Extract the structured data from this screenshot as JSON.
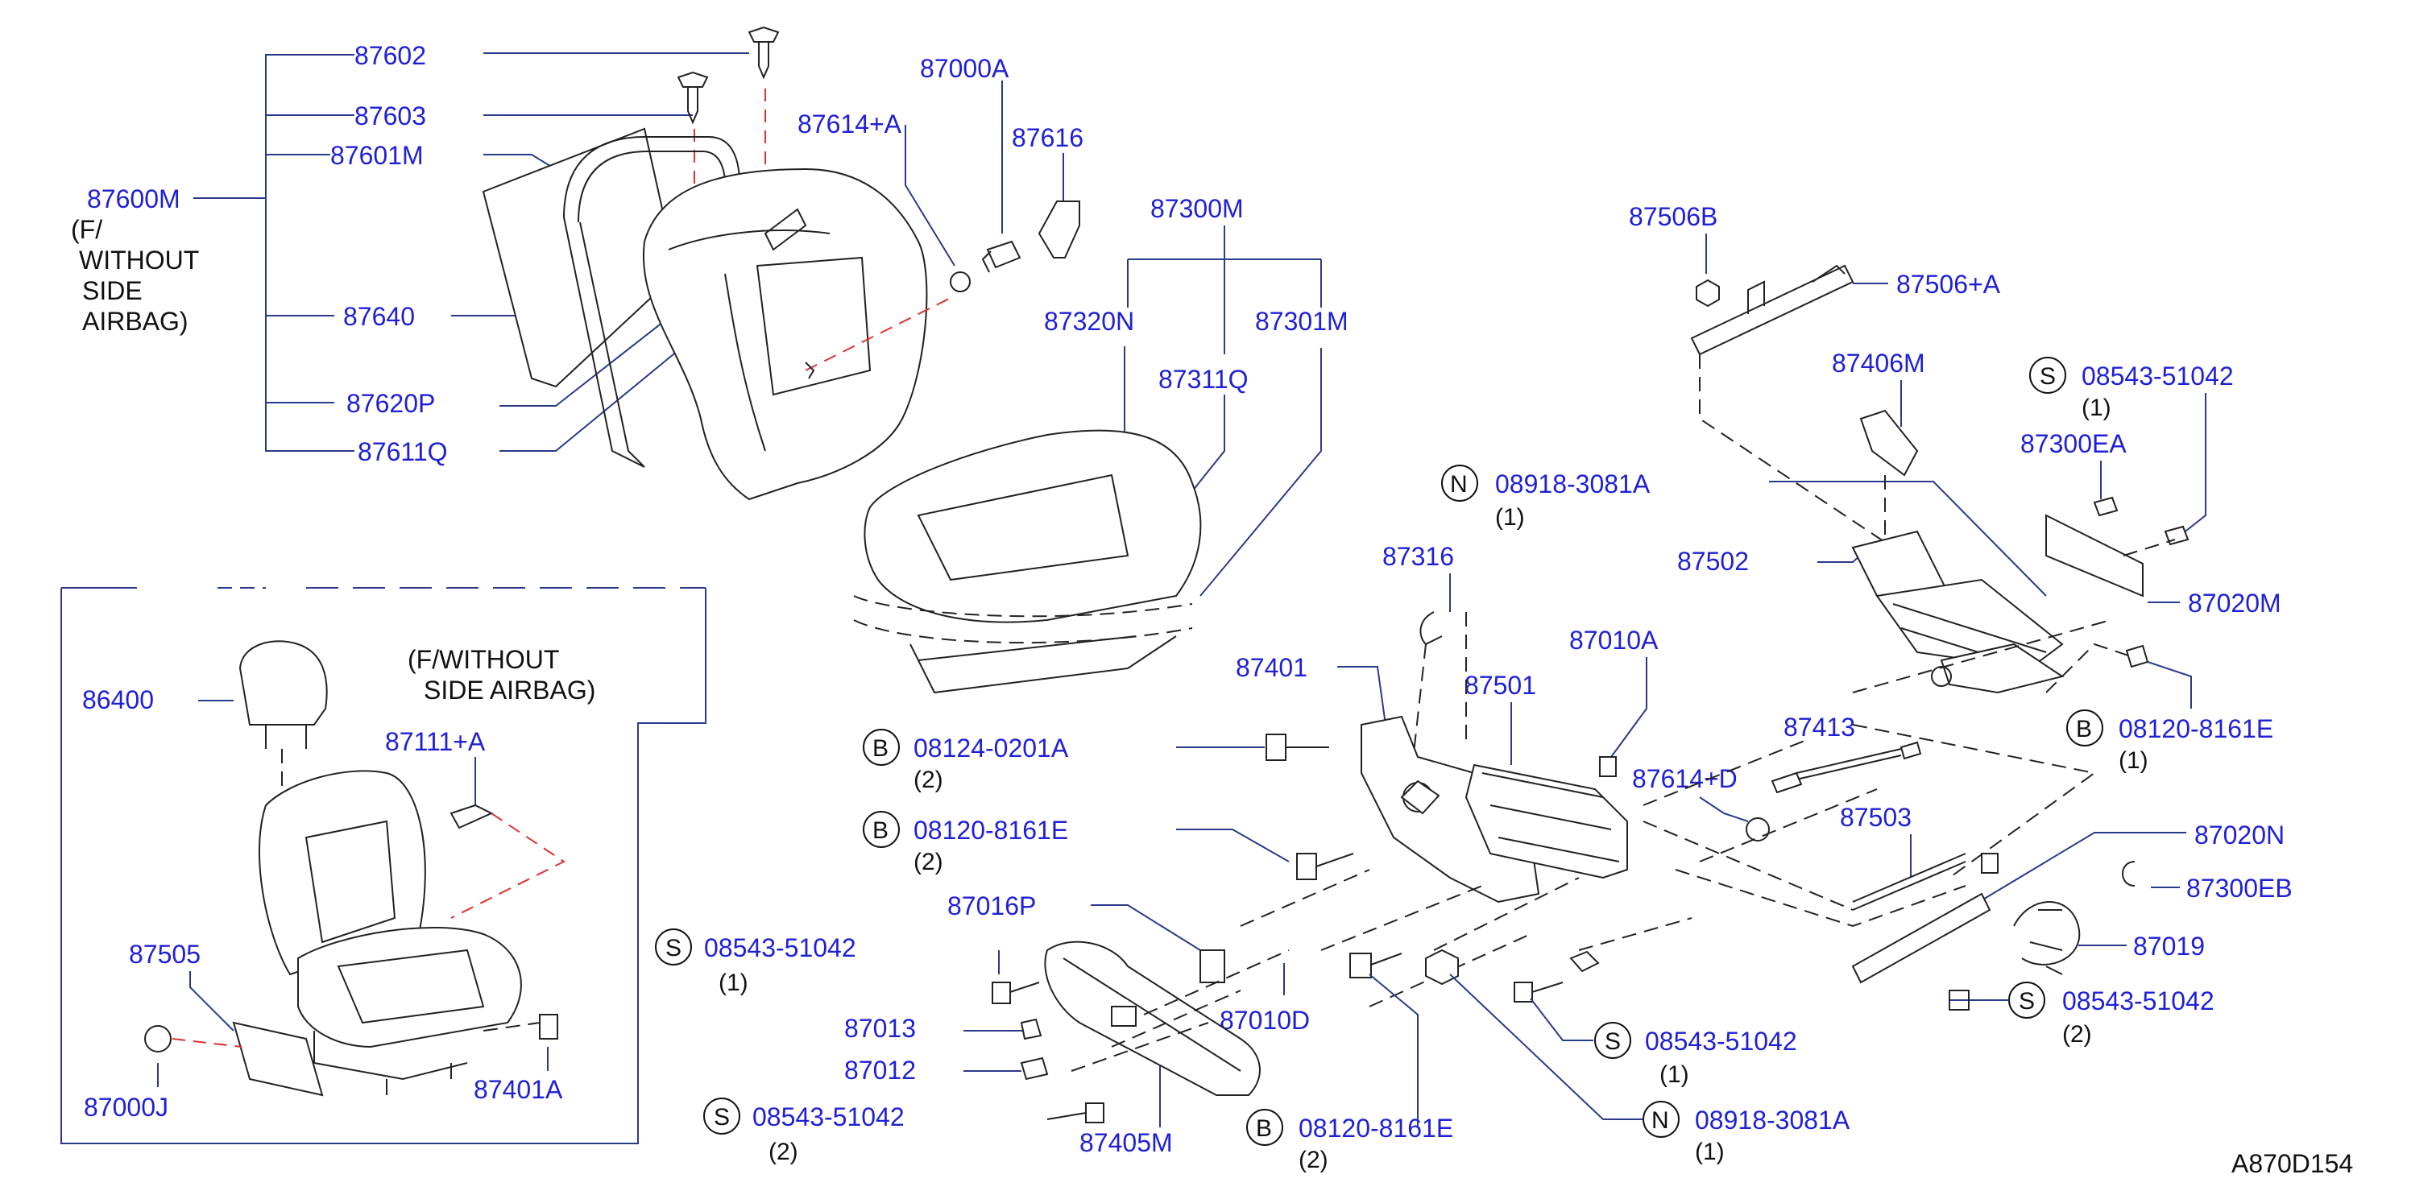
{
  "diagram_code": "A870D154",
  "parts": {
    "p87602": "87602",
    "p87603": "87603",
    "p87601M": "87601M",
    "p87600M": "87600M",
    "p87640": "87640",
    "p87620P": "87620P",
    "p87611Q": "87611Q",
    "p87000A": "87000A",
    "p87614A": "87614+A",
    "p87616": "87616",
    "p87300M": "87300M",
    "p87320N": "87320N",
    "p87301M": "87301M",
    "p87311Q": "87311Q",
    "p87506B": "87506B",
    "p87506A": "87506+A",
    "p87406M": "87406M",
    "p87300EA": "87300EA",
    "p87502": "87502",
    "p87020M": "87020M",
    "p87316": "87316",
    "p87010A": "87010A",
    "p87401": "87401",
    "p87501": "87501",
    "p87413": "87413",
    "p87614D": "87614+D",
    "p87503": "87503",
    "p87020N": "87020N",
    "p87300EB": "87300EB",
    "p87019": "87019",
    "p87016P": "87016P",
    "p87010D": "87010D",
    "p87013": "87013",
    "p87012": "87012",
    "p87405M": "87405M",
    "p86400": "86400",
    "p87111A": "87111+A",
    "p87505": "87505",
    "p87000J": "87000J",
    "p87401A": "87401A"
  },
  "notes": {
    "f_without_1": "(F/",
    "f_without_2": "WITHOUT",
    "f_without_3": "SIDE",
    "f_without_4": "AIRBAG)",
    "inset_note_1": "(F/WITHOUT",
    "inset_note_2": "SIDE   AIRBAG)"
  },
  "fasteners": [
    {
      "prefix": "S",
      "number": "08543-51042",
      "qty": "(1)"
    },
    {
      "prefix": "N",
      "number": "08918-3081A",
      "qty": "(1)"
    },
    {
      "prefix": "B",
      "number": "08120-8161E",
      "qty": "(1)"
    },
    {
      "prefix": "B",
      "number": "08124-0201A",
      "qty": "(2)"
    },
    {
      "prefix": "B",
      "number": "08120-8161E",
      "qty": "(2)"
    },
    {
      "prefix": "S",
      "number": "08543-51042",
      "qty": "(1)"
    },
    {
      "prefix": "S",
      "number": "08543-51042",
      "qty": "(2)"
    },
    {
      "prefix": "S",
      "number": "08543-51042",
      "qty": "(1)"
    },
    {
      "prefix": "S",
      "number": "08543-51042",
      "qty": "(2)"
    },
    {
      "prefix": "B",
      "number": "08120-8161E",
      "qty": "(2)"
    },
    {
      "prefix": "N",
      "number": "08918-3081A",
      "qty": "(1)"
    }
  ]
}
